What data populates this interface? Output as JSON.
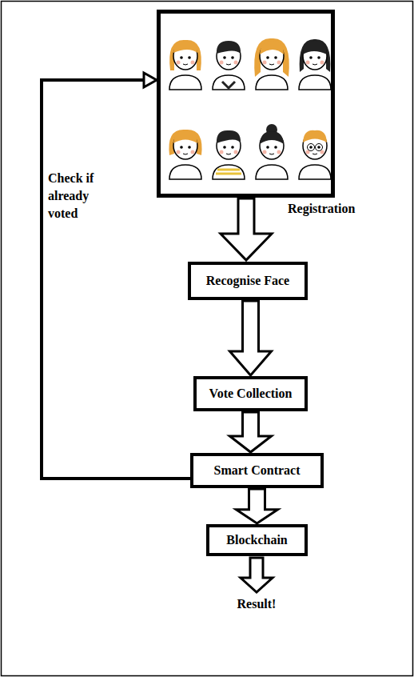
{
  "diagram": {
    "nodes": [
      {
        "text": [
          "Recognise Face"
        ]
      },
      {
        "text": [
          "Vote Collection"
        ]
      },
      {
        "text": [
          "Smart Contract"
        ]
      },
      {
        "text": [
          "Blockchain"
        ]
      }
    ],
    "edges": [
      {
        "from": 0,
        "to": 1,
        "arrow": "to"
      },
      {
        "from": 1,
        "to": 2,
        "arrow": "to"
      },
      {
        "from": 2,
        "to": 3,
        "arrow": "to"
      }
    ],
    "labels": [
      "Registration",
      "Check if already voted",
      "Result!"
    ]
  }
}
